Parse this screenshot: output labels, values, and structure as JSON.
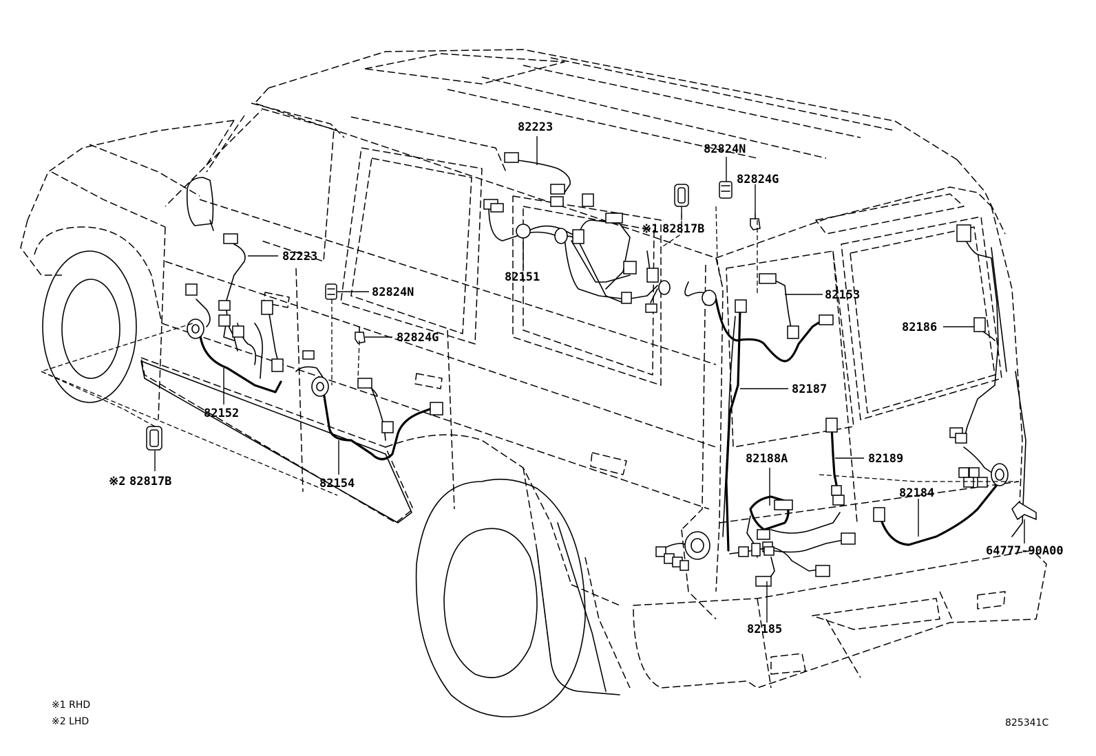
{
  "callouts": {
    "c82223_top": "82223",
    "c82223_left": "82223",
    "c82824N_top": "82824N",
    "c82824N_mid": "82824N",
    "c82824G_top": "82824G",
    "c82824G_mid": "82824G",
    "c82817B_rhd": "82817B",
    "c82817B_lhd": "82817B",
    "c82151": "82151",
    "c82152": "82152",
    "c82153": "82153",
    "c82154": "82154",
    "c82184": "82184",
    "c82185": "82185",
    "c82186": "82186",
    "c82187": "82187",
    "c82188A": "82188A",
    "c82189": "82189",
    "c64777": "64777-90A00"
  },
  "markers": {
    "rhd": "※1",
    "lhd": "※2"
  },
  "legend": {
    "rhd": "※1 RHD",
    "lhd": "※2 LHD"
  },
  "diagram_code": "825341C"
}
